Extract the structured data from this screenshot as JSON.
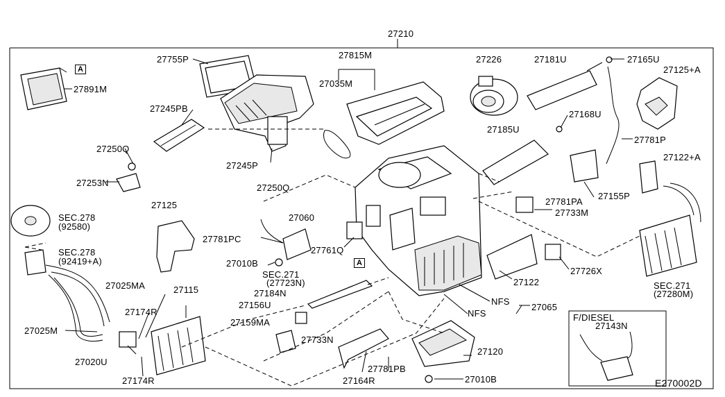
{
  "diagram_code": "E270002D",
  "assembly_label": "27210",
  "inset_label": "F/DIESEL",
  "ref_marker": "A",
  "parts": [
    {
      "id": "27210",
      "text": "27210"
    },
    {
      "id": "27755P",
      "text": "27755P"
    },
    {
      "id": "27815M",
      "text": "27815M"
    },
    {
      "id": "27226",
      "text": "27226"
    },
    {
      "id": "27181U",
      "text": "27181U"
    },
    {
      "id": "27165U",
      "text": "27165U"
    },
    {
      "id": "27125A",
      "text": "27125+A"
    },
    {
      "id": "27891M",
      "text": "27891M"
    },
    {
      "id": "27035M",
      "text": "27035M"
    },
    {
      "id": "27245PB",
      "text": "27245PB"
    },
    {
      "id": "27168U",
      "text": "27168U"
    },
    {
      "id": "27185U",
      "text": "27185U"
    },
    {
      "id": "27781P",
      "text": "27781P"
    },
    {
      "id": "27250Q_a",
      "text": "27250Q"
    },
    {
      "id": "27245P",
      "text": "27245P"
    },
    {
      "id": "27122A",
      "text": "27122+A"
    },
    {
      "id": "27253N",
      "text": "27253N"
    },
    {
      "id": "27250Q_b",
      "text": "27250Q"
    },
    {
      "id": "27155P",
      "text": "27155P"
    },
    {
      "id": "27781PA",
      "text": "27781PA"
    },
    {
      "id": "27125",
      "text": "27125"
    },
    {
      "id": "27733M",
      "text": "27733M"
    },
    {
      "id": "SEC278a",
      "text": "SEC.278"
    },
    {
      "id": "SEC278a_sub",
      "text": "(92580)"
    },
    {
      "id": "27060",
      "text": "27060"
    },
    {
      "id": "27781PC",
      "text": "27781PC"
    },
    {
      "id": "27761Q",
      "text": "27761Q"
    },
    {
      "id": "SEC278b",
      "text": "SEC.278"
    },
    {
      "id": "SEC278b_sub",
      "text": "(92419+A)"
    },
    {
      "id": "27010B_a",
      "text": "27010B"
    },
    {
      "id": "27726X",
      "text": "27726X"
    },
    {
      "id": "SEC271a",
      "text": "SEC.271"
    },
    {
      "id": "SEC271a_sub",
      "text": "(27723N)"
    },
    {
      "id": "27025MA",
      "text": "27025MA"
    },
    {
      "id": "27122",
      "text": "27122"
    },
    {
      "id": "SEC271b",
      "text": "SEC.271"
    },
    {
      "id": "SEC271b_sub",
      "text": "(27280M)"
    },
    {
      "id": "27115",
      "text": "27115"
    },
    {
      "id": "27184N",
      "text": "27184N"
    },
    {
      "id": "27156U",
      "text": "27156U"
    },
    {
      "id": "NFS_a",
      "text": "NFS"
    },
    {
      "id": "27065",
      "text": "27065"
    },
    {
      "id": "27174R_a",
      "text": "27174R"
    },
    {
      "id": "NFS_b",
      "text": "NFS"
    },
    {
      "id": "27025M",
      "text": "27025M"
    },
    {
      "id": "27159MA",
      "text": "27159MA"
    },
    {
      "id": "27143N",
      "text": "27143N"
    },
    {
      "id": "27733N",
      "text": "27733N"
    },
    {
      "id": "27120",
      "text": "27120"
    },
    {
      "id": "27020U",
      "text": "27020U"
    },
    {
      "id": "27781PB",
      "text": "27781PB"
    },
    {
      "id": "27174R_b",
      "text": "27174R"
    },
    {
      "id": "27164R",
      "text": "27164R"
    },
    {
      "id": "27010B_b",
      "text": "27010B"
    }
  ]
}
